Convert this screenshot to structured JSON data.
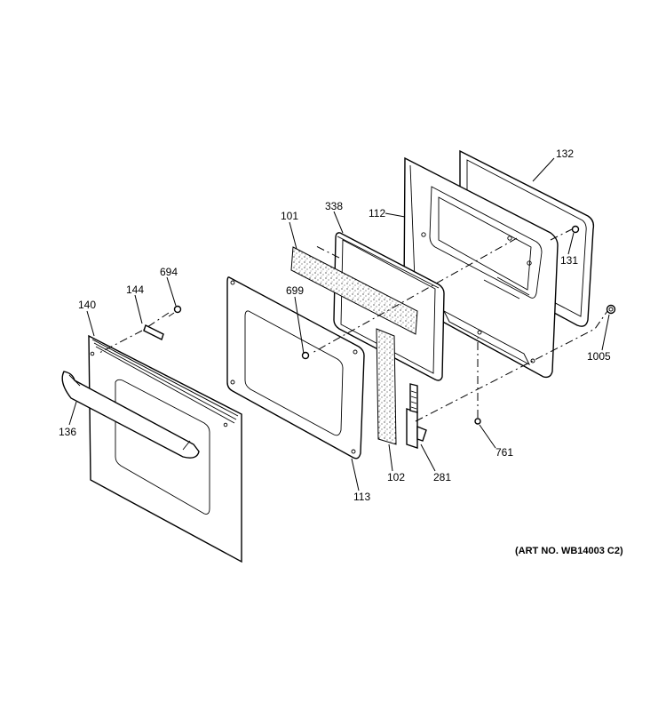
{
  "callouts": {
    "c132": "132",
    "c112": "112",
    "c338": "338",
    "c101": "101",
    "c131": "131",
    "c694": "694",
    "c144": "144",
    "c699": "699",
    "c140": "140",
    "c1005": "1005",
    "c136": "136",
    "c761": "761",
    "c281": "281",
    "c102": "102",
    "c113": "113"
  },
  "art_number": "(ART NO. WB14003 C2)"
}
